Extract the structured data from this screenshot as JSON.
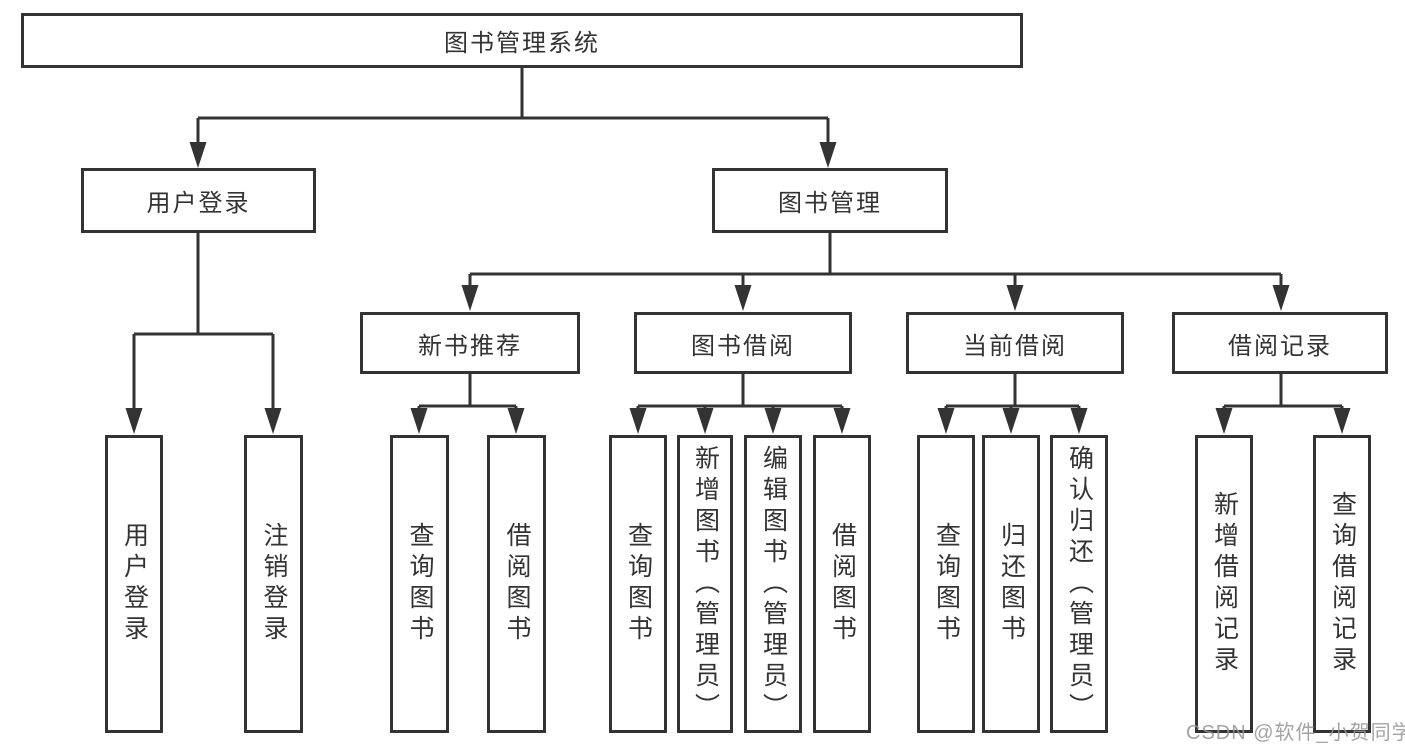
{
  "tree": {
    "root": {
      "label": "图书管理系统"
    },
    "branches": [
      {
        "label": "用户登录",
        "children": [
          {
            "label": "用户登录"
          },
          {
            "label": "注销登录"
          }
        ]
      },
      {
        "label": "图书管理",
        "groups": [
          {
            "label": "新书推荐",
            "children": [
              {
                "label": "查询图书"
              },
              {
                "label": "借阅图书"
              }
            ]
          },
          {
            "label": "图书借阅",
            "children": [
              {
                "label": "查询图书"
              },
              {
                "label": "新增图书（管理员）"
              },
              {
                "label": "编辑图书（管理员）"
              },
              {
                "label": "借阅图书"
              }
            ]
          },
          {
            "label": "当前借阅",
            "children": [
              {
                "label": "查询图书"
              },
              {
                "label": "归还图书"
              },
              {
                "label": "确认归还（管理员）"
              }
            ]
          },
          {
            "label": "借阅记录",
            "children": [
              {
                "label": "新增借阅记录"
              },
              {
                "label": "查询借阅记录"
              }
            ]
          }
        ]
      }
    ]
  },
  "watermark": {
    "text": "CSDN @软件_小贺同学"
  },
  "colors": {
    "line": "#333333",
    "box_border": "#333333",
    "box_fill": "#ffffff",
    "text": "#333333",
    "watermark": "#949494"
  }
}
